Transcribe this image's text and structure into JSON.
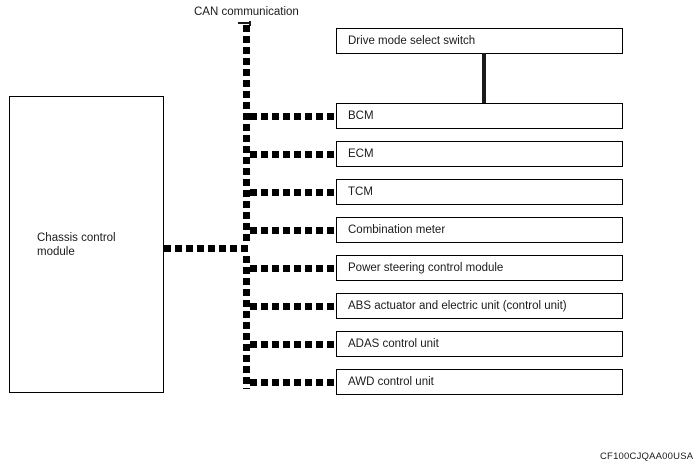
{
  "diagram": {
    "bus_label": "CAN communication",
    "reference_code": "CF100CJQAA00USA",
    "colors": {
      "line": "#000000",
      "text": "#1a1a1a",
      "background": "#ffffff"
    },
    "source_node": {
      "label": "Chassis control\nmodule"
    },
    "nodes": [
      {
        "label": "Drive mode select switch",
        "on_bus": false
      },
      {
        "label": "BCM",
        "on_bus": true
      },
      {
        "label": "ECM",
        "on_bus": true
      },
      {
        "label": "TCM",
        "on_bus": true
      },
      {
        "label": "Combination meter",
        "on_bus": true
      },
      {
        "label": "Power steering control module",
        "on_bus": true
      },
      {
        "label": "ABS actuator and electric unit (control unit)",
        "on_bus": true
      },
      {
        "label": "ADAS control unit",
        "on_bus": true
      },
      {
        "label": "AWD control unit",
        "on_bus": true
      }
    ]
  }
}
